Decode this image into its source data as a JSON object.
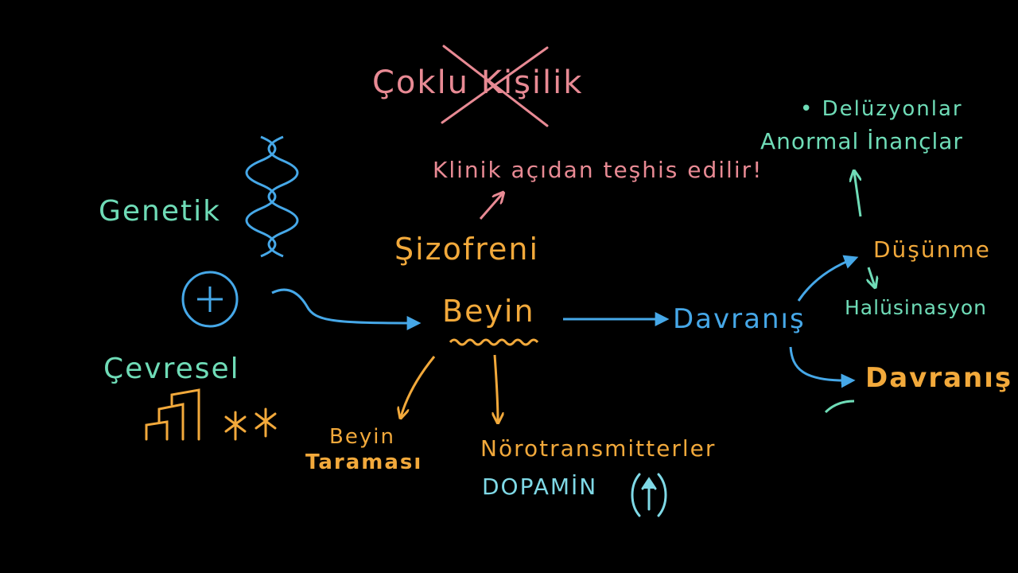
{
  "colors": {
    "pink": "#e88a94",
    "teal": "#6fdcb7",
    "orange": "#f2a93b",
    "blue": "#46a8e8",
    "cyan": "#7fd9e6",
    "background": "#000000"
  },
  "diagram": {
    "title_crossed": "Çoklu Kişilik",
    "clinical_note": "Klinik açıdan teşhis edilir!",
    "center_title": "Şizofreni",
    "brain": "Beyin",
    "genetic": "Genetik",
    "environmental": "Çevresel",
    "brain_scan_line1": "Beyin",
    "brain_scan_line2": "Taraması",
    "neurotransmitters": "Nörotransmitterler",
    "dopamine": "DOPAMİN",
    "behavior_blue": "Davranış",
    "thinking": "Düşünme",
    "hallucination": "Halüsinasyon",
    "behavior_orange": "Davranış",
    "delusions": "• Delüzyonlar",
    "abnormal_beliefs": "Anormal İnançlar"
  },
  "icons": [
    "dna-helix-icon",
    "plus-circle-icon",
    "stairs-icon",
    "stars-icon",
    "up-arrow-parentheses-icon"
  ]
}
